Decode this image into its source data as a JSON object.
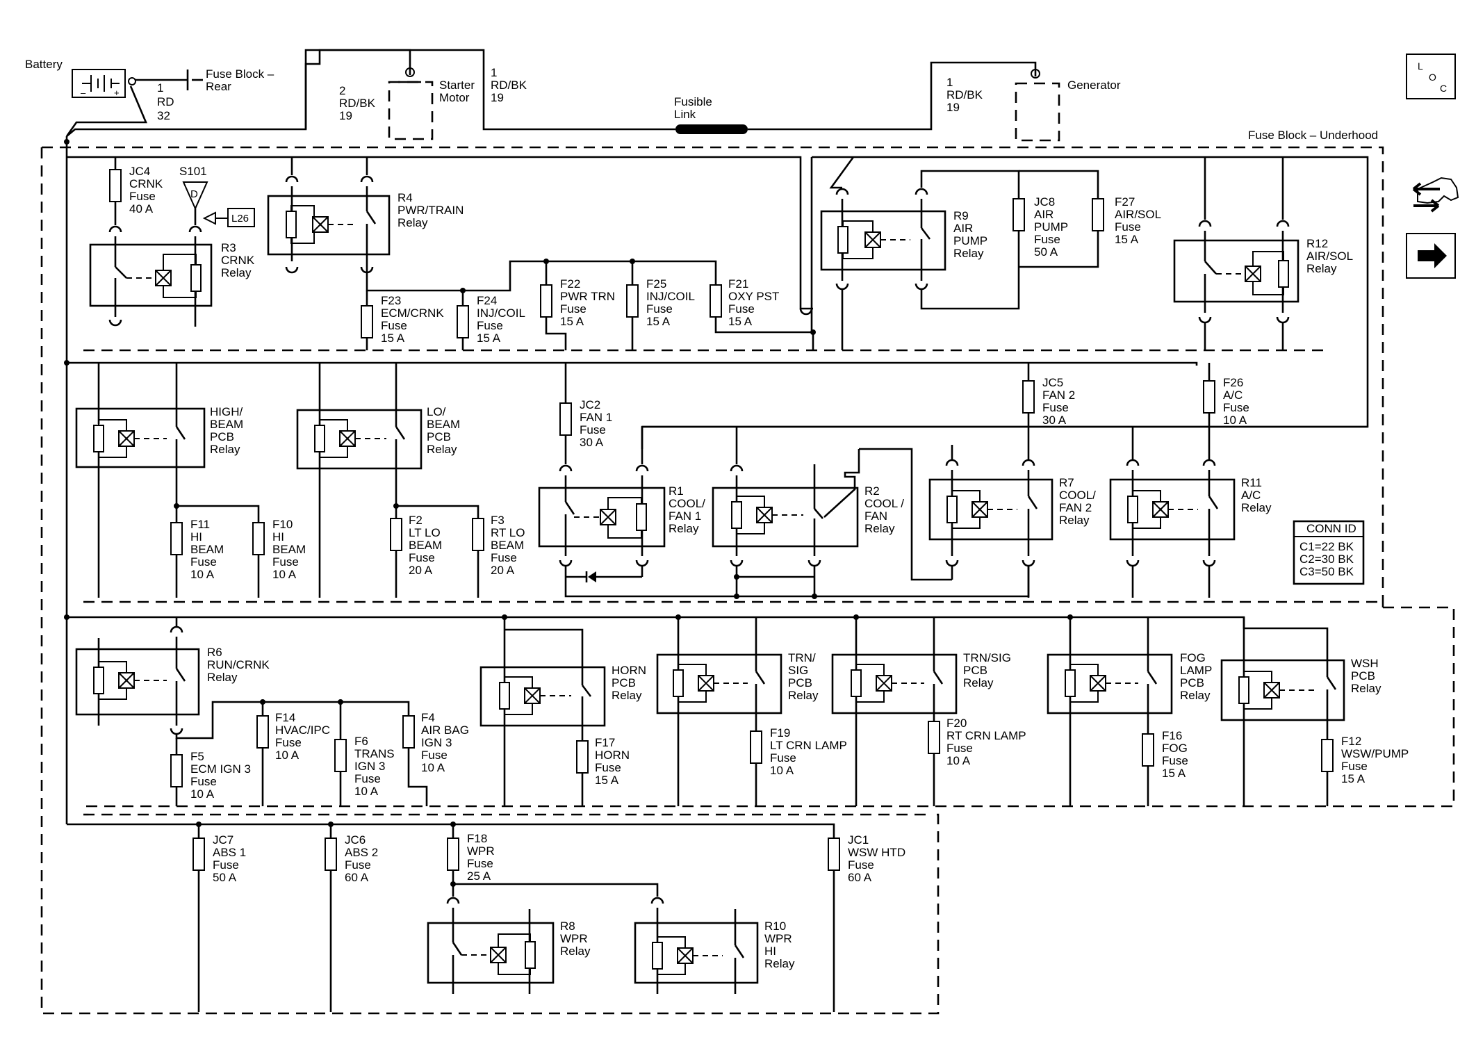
{
  "top": {
    "battery": "Battery",
    "fuse_block_rear": [
      "Fuse Block –",
      "Rear"
    ],
    "battery_wire": [
      "1",
      "RD",
      "32"
    ],
    "starter_wire": [
      "2",
      "RD/BK",
      "19"
    ],
    "starter": [
      "Starter",
      "Motor"
    ],
    "main_wire": [
      "1",
      "RD/BK",
      "19"
    ],
    "fusible_link": [
      "Fusible",
      "Link"
    ],
    "gen_wire": [
      "1",
      "RD/BK",
      "19"
    ],
    "generator": "Generator",
    "fuse_block_underhood": "Fuse Block – Underhood"
  },
  "splice": {
    "name": "S101",
    "letter": "D",
    "ref": "L26"
  },
  "fuses": {
    "jc4": [
      "JC4",
      "CRNK",
      "Fuse",
      "40 A"
    ],
    "f23": [
      "F23",
      "ECM/CRNK",
      "Fuse",
      "15 A"
    ],
    "f24": [
      "F24",
      "INJ/COIL",
      "Fuse",
      "15 A"
    ],
    "f22": [
      "F22",
      "PWR TRN",
      "Fuse",
      "15 A"
    ],
    "f25": [
      "F25",
      "INJ/COIL",
      "Fuse",
      "15 A"
    ],
    "f21": [
      "F21",
      "OXY PST",
      "Fuse",
      "15 A"
    ],
    "jc8": [
      "JC8",
      "AIR",
      "PUMP",
      "Fuse",
      "50 A"
    ],
    "f27": [
      "F27",
      "AIR/SOL",
      "Fuse",
      "15 A"
    ],
    "jc2": [
      "JC2",
      "FAN 1",
      "Fuse",
      "30 A"
    ],
    "jc5": [
      "JC5",
      "FAN 2",
      "Fuse",
      "30 A"
    ],
    "f26": [
      "F26",
      "A/C",
      "Fuse",
      "10 A"
    ],
    "f11": [
      "F11",
      "HI",
      "BEAM",
      "Fuse",
      "10 A"
    ],
    "f10": [
      "F10",
      "HI",
      "BEAM",
      "Fuse",
      "10 A"
    ],
    "f2": [
      "F2",
      "LT LO",
      "BEAM",
      "Fuse",
      "20 A"
    ],
    "f3": [
      "F3",
      "RT LO",
      "BEAM",
      "Fuse",
      "20 A"
    ],
    "f5": [
      "F5",
      "ECM IGN 3",
      "Fuse",
      "10 A"
    ],
    "f14": [
      "F14",
      "HVAC/IPC",
      "Fuse",
      "10 A"
    ],
    "f6": [
      "F6",
      "TRANS",
      "IGN 3",
      "Fuse",
      "10 A"
    ],
    "f4": [
      "F4",
      "AIR BAG",
      "IGN 3",
      "Fuse",
      "10 A"
    ],
    "f17": [
      "F17",
      "HORN",
      "Fuse",
      "15 A"
    ],
    "f19": [
      "F19",
      "LT CRN LAMP",
      "Fuse",
      "10 A"
    ],
    "f20": [
      "F20",
      "RT CRN LAMP",
      "Fuse",
      "10 A"
    ],
    "f16": [
      "F16",
      "FOG",
      "Fuse",
      "15 A"
    ],
    "f12": [
      "F12",
      "WSW/PUMP",
      "Fuse",
      "15 A"
    ],
    "jc7": [
      "JC7",
      "ABS 1",
      "Fuse",
      "50 A"
    ],
    "jc6": [
      "JC6",
      "ABS 2",
      "Fuse",
      "60 A"
    ],
    "f18": [
      "F18",
      "WPR",
      "Fuse",
      "25 A"
    ],
    "jc1": [
      "JC1",
      "WSW HTD",
      "Fuse",
      "60 A"
    ]
  },
  "relays": {
    "r3": [
      "R3",
      "CRNK",
      "Relay"
    ],
    "r4": [
      "R4",
      "PWR/TRAIN",
      "Relay"
    ],
    "r9": [
      "R9",
      "AIR",
      "PUMP",
      "Relay"
    ],
    "r12": [
      "R12",
      "AIR/SOL",
      "Relay"
    ],
    "high": [
      "HIGH/",
      "BEAM",
      "PCB",
      "Relay"
    ],
    "lo": [
      "LO/",
      "BEAM",
      "PCB",
      "Relay"
    ],
    "r1": [
      "R1",
      "COOL/",
      "FAN 1",
      "Relay"
    ],
    "r2": [
      "R2",
      "COOL /",
      "FAN",
      "Relay"
    ],
    "r7": [
      "R7",
      "COOL/",
      "FAN 2",
      "Relay"
    ],
    "r11": [
      "R11",
      "A/C",
      "Relay"
    ],
    "r6": [
      "R6",
      "RUN/CRNK",
      "Relay"
    ],
    "horn": [
      "HORN",
      "PCB",
      "Relay"
    ],
    "trn1": [
      "TRN/",
      "SIG",
      "PCB",
      "Relay"
    ],
    "trn2": [
      "TRN/SIG",
      "PCB",
      "Relay"
    ],
    "fog": [
      "FOG",
      "LAMP",
      "PCB",
      "Relay"
    ],
    "wsh": [
      "WSH",
      "PCB",
      "Relay"
    ],
    "r8": [
      "R8",
      "WPR",
      "Relay"
    ],
    "r10": [
      "R10",
      "WPR",
      "HI",
      "Relay"
    ]
  },
  "conn_id": {
    "title": "CONN ID",
    "rows": [
      "C1=22 BK",
      "C2=30 BK",
      "C3=50 BK"
    ]
  },
  "loc_icon": [
    "L",
    "O",
    "C"
  ]
}
